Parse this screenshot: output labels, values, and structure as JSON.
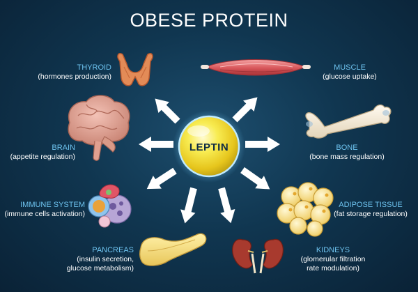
{
  "title": "OBESE PROTEIN",
  "center": "LEPTIN",
  "organs": {
    "thyroid": {
      "name": "THYROID",
      "desc": [
        "(hormones production)"
      ]
    },
    "muscle": {
      "name": "MUSCLE",
      "desc": [
        "(glucose uptake)"
      ]
    },
    "brain": {
      "name": "BRAIN",
      "desc": [
        "(appetite regulation)"
      ]
    },
    "bone": {
      "name": "BONE",
      "desc": [
        "(bone mass regulation)"
      ]
    },
    "immune": {
      "name": "IMMUNE SYSTEM",
      "desc": [
        "(immune cells activation)"
      ]
    },
    "adipose": {
      "name": "ADIPOSE TISSUE",
      "desc": [
        "(fat storage regulation)"
      ]
    },
    "pancreas": {
      "name": "PANCREAS",
      "desc": [
        "(insulin secretion,",
        "glucose metabolism)"
      ]
    },
    "kidneys": {
      "name": "KIDNEYS",
      "desc": [
        "(glomerular filtration",
        "rate modulation)"
      ]
    }
  },
  "colors": {
    "background": "#0f3552",
    "heading": "#ffffff",
    "organ_name": "#6ec3ef",
    "arrow": "#ffffff",
    "leptin_sphere": "#f3e238"
  }
}
